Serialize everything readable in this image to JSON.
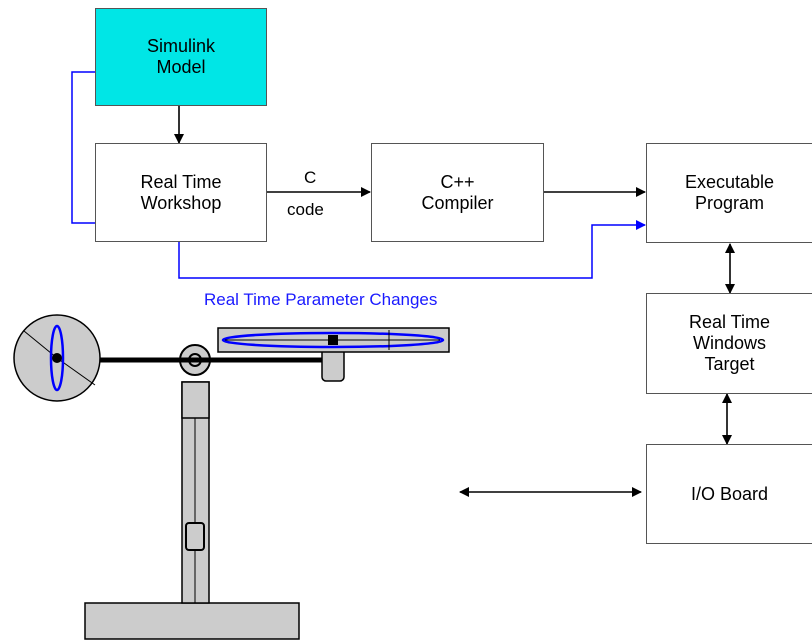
{
  "blocks": {
    "simulink_model": "Simulink\nModel",
    "real_time_workshop": "Real Time\nWorkshop",
    "cpp_compiler": "C++\nCompiler",
    "executable_program": "Executable\nProgram",
    "rt_windows_target": "Real Time\nWindows\nTarget",
    "io_board": "I/O Board"
  },
  "edge_labels": {
    "c_line1": "C",
    "c_line2": "code",
    "parameter_changes": "Real Time Parameter Changes"
  },
  "colors": {
    "simulink_fill": "#00e6e6",
    "feedback_line": "#0000ff",
    "parameter_text": "#1a1aff",
    "propeller": "#0000ff",
    "apparatus_fill": "#cccccc"
  }
}
